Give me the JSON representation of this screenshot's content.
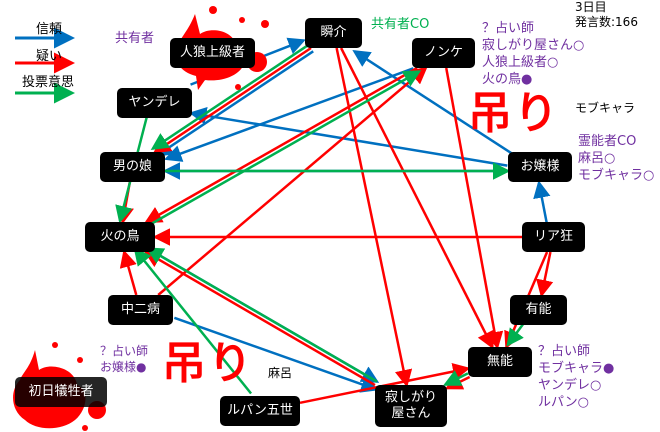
{
  "legend": [
    {
      "label": "信頼",
      "color": "#0070c0"
    },
    {
      "label": "疑い",
      "color": "#ff0000"
    },
    {
      "label": "投票意思",
      "color": "#00b050"
    }
  ],
  "day": "3日目",
  "post_count": "発言数:166",
  "nodes": {
    "jinro": "人狼上級者",
    "shunsuke": "瞬介",
    "nonke": "ノンケ",
    "yandere": "ヤンデレ",
    "otokonoko": "男の娘",
    "ojousama": "お嬢様",
    "hinotori": "火の鳥",
    "riakyo": "リア狂",
    "chuunibyou": "中二病",
    "yuunou": "有能",
    "munou": "無能",
    "sabishi": "寂しがり屋さん",
    "lupin": "ルパン五世",
    "victim": "初日犠牲者"
  },
  "annotations": {
    "kyouyuusha": "共有者",
    "kyouyuusha_co": "共有者CO",
    "seer1": [
      "？占い師",
      "寂しがり屋さん○",
      "人狼上級者○",
      "火の鳥●"
    ],
    "mob_label": "モブキャラ",
    "medium": [
      "霊能者CO",
      "麻呂○",
      "モブキャラ○"
    ],
    "seer2": [
      "？占い師",
      "お嬢様●"
    ],
    "maro": "麻呂",
    "seer3": [
      "？占い師",
      "モブキャラ●",
      "ヤンデレ○",
      "ルパン○"
    ],
    "hang1": "吊り",
    "hang2": "吊り"
  },
  "edges": [
    {
      "from": "yandere",
      "to": "shunsuke",
      "type": "trust"
    },
    {
      "from": "shunsuke",
      "to": "otokonoko",
      "type": "trust"
    },
    {
      "from": "nonke",
      "to": "otokonoko",
      "type": "trust"
    },
    {
      "from": "ojousama",
      "to": "shunsuke",
      "type": "trust"
    },
    {
      "from": "ojousama",
      "to": "yandere",
      "type": "trust"
    },
    {
      "from": "ojousama",
      "to": "otokonoko",
      "type": "trust"
    },
    {
      "from": "riakyo",
      "to": "ojousama",
      "type": "trust"
    },
    {
      "from": "hinotori",
      "to": "sabishi",
      "type": "trust"
    },
    {
      "from": "chuunibyou",
      "to": "sabishi",
      "type": "trust"
    },
    {
      "from": "otokonoko",
      "to": "hinotori",
      "type": "doubt"
    },
    {
      "from": "chuunibyou",
      "to": "hinotori",
      "type": "doubt"
    },
    {
      "from": "shunsuke",
      "to": "otokonoko",
      "type": "doubt"
    },
    {
      "from": "shunsuke",
      "to": "munou",
      "type": "doubt"
    },
    {
      "from": "shunsuke",
      "to": "sabishi",
      "type": "doubt"
    },
    {
      "from": "nonke",
      "to": "munou",
      "type": "doubt"
    },
    {
      "from": "chuunibyou",
      "to": "nonke",
      "type": "doubt"
    },
    {
      "from": "nonke",
      "to": "hinotori",
      "type": "doubt"
    },
    {
      "from": "riakyo",
      "to": "hinotori",
      "type": "doubt"
    },
    {
      "from": "riakyo",
      "to": "yuunou",
      "type": "doubt"
    },
    {
      "from": "riakyo",
      "to": "munou",
      "type": "doubt"
    },
    {
      "from": "lupin",
      "to": "munou",
      "type": "doubt"
    },
    {
      "from": "munou",
      "to": "sabishi",
      "type": "doubt"
    },
    {
      "from": "sabishi",
      "to": "hinotori",
      "type": "doubt"
    },
    {
      "from": "yandere",
      "to": "hinotori",
      "type": "vote"
    },
    {
      "from": "shunsuke",
      "to": "otokonoko",
      "type": "vote"
    },
    {
      "from": "otokonoko",
      "to": "ojousama",
      "type": "vote"
    },
    {
      "from": "hinotori",
      "to": "nonke",
      "type": "vote"
    },
    {
      "from": "lupin",
      "to": "hinotori",
      "type": "vote"
    },
    {
      "from": "sabishi",
      "to": "hinotori",
      "type": "vote"
    },
    {
      "from": "yuunou",
      "to": "munou",
      "type": "vote"
    },
    {
      "from": "munou",
      "to": "sabishi",
      "type": "vote"
    }
  ],
  "colors": {
    "trust": "#0070c0",
    "doubt": "#ff0000",
    "vote": "#00b050",
    "annotation": "#7030a0",
    "hang": "#ff0000"
  }
}
